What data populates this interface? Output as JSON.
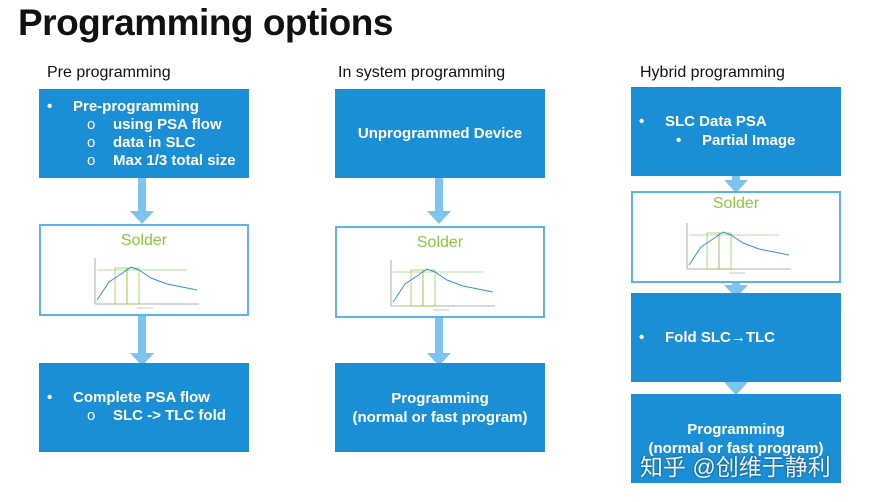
{
  "title": "Programming options",
  "columns": {
    "pre": {
      "heading": "Pre programming",
      "top": {
        "bullet": "Pre-programming",
        "subs": [
          "using PSA flow",
          "data in SLC",
          "Max 1/3 total size"
        ]
      },
      "solder_label": "Solder",
      "bottom": {
        "bullet": "Complete PSA flow",
        "sub": "SLC -> TLC fold"
      }
    },
    "insystem": {
      "heading": "In system programming",
      "top": "Unprogrammed Device",
      "solder_label": "Solder",
      "bottom_line1": "Programming",
      "bottom_line2": "(normal or fast program)"
    },
    "hybrid": {
      "heading": "Hybrid programming",
      "top": {
        "bullet": "SLC Data PSA",
        "sub": "Partial Image"
      },
      "solder_label": "Solder",
      "fold": "Fold SLC→TLC",
      "bottom_line1": "Programming",
      "bottom_line2": "(normal or fast program)"
    }
  },
  "markers": {
    "bullet": "•",
    "sub": "o"
  },
  "watermark": "知乎 @创维于静利",
  "colors": {
    "box": "#1a8fd6",
    "arrow": "#7fc4ee",
    "solder_text": "#8cc63f",
    "solder_border": "#5bb4e8"
  }
}
